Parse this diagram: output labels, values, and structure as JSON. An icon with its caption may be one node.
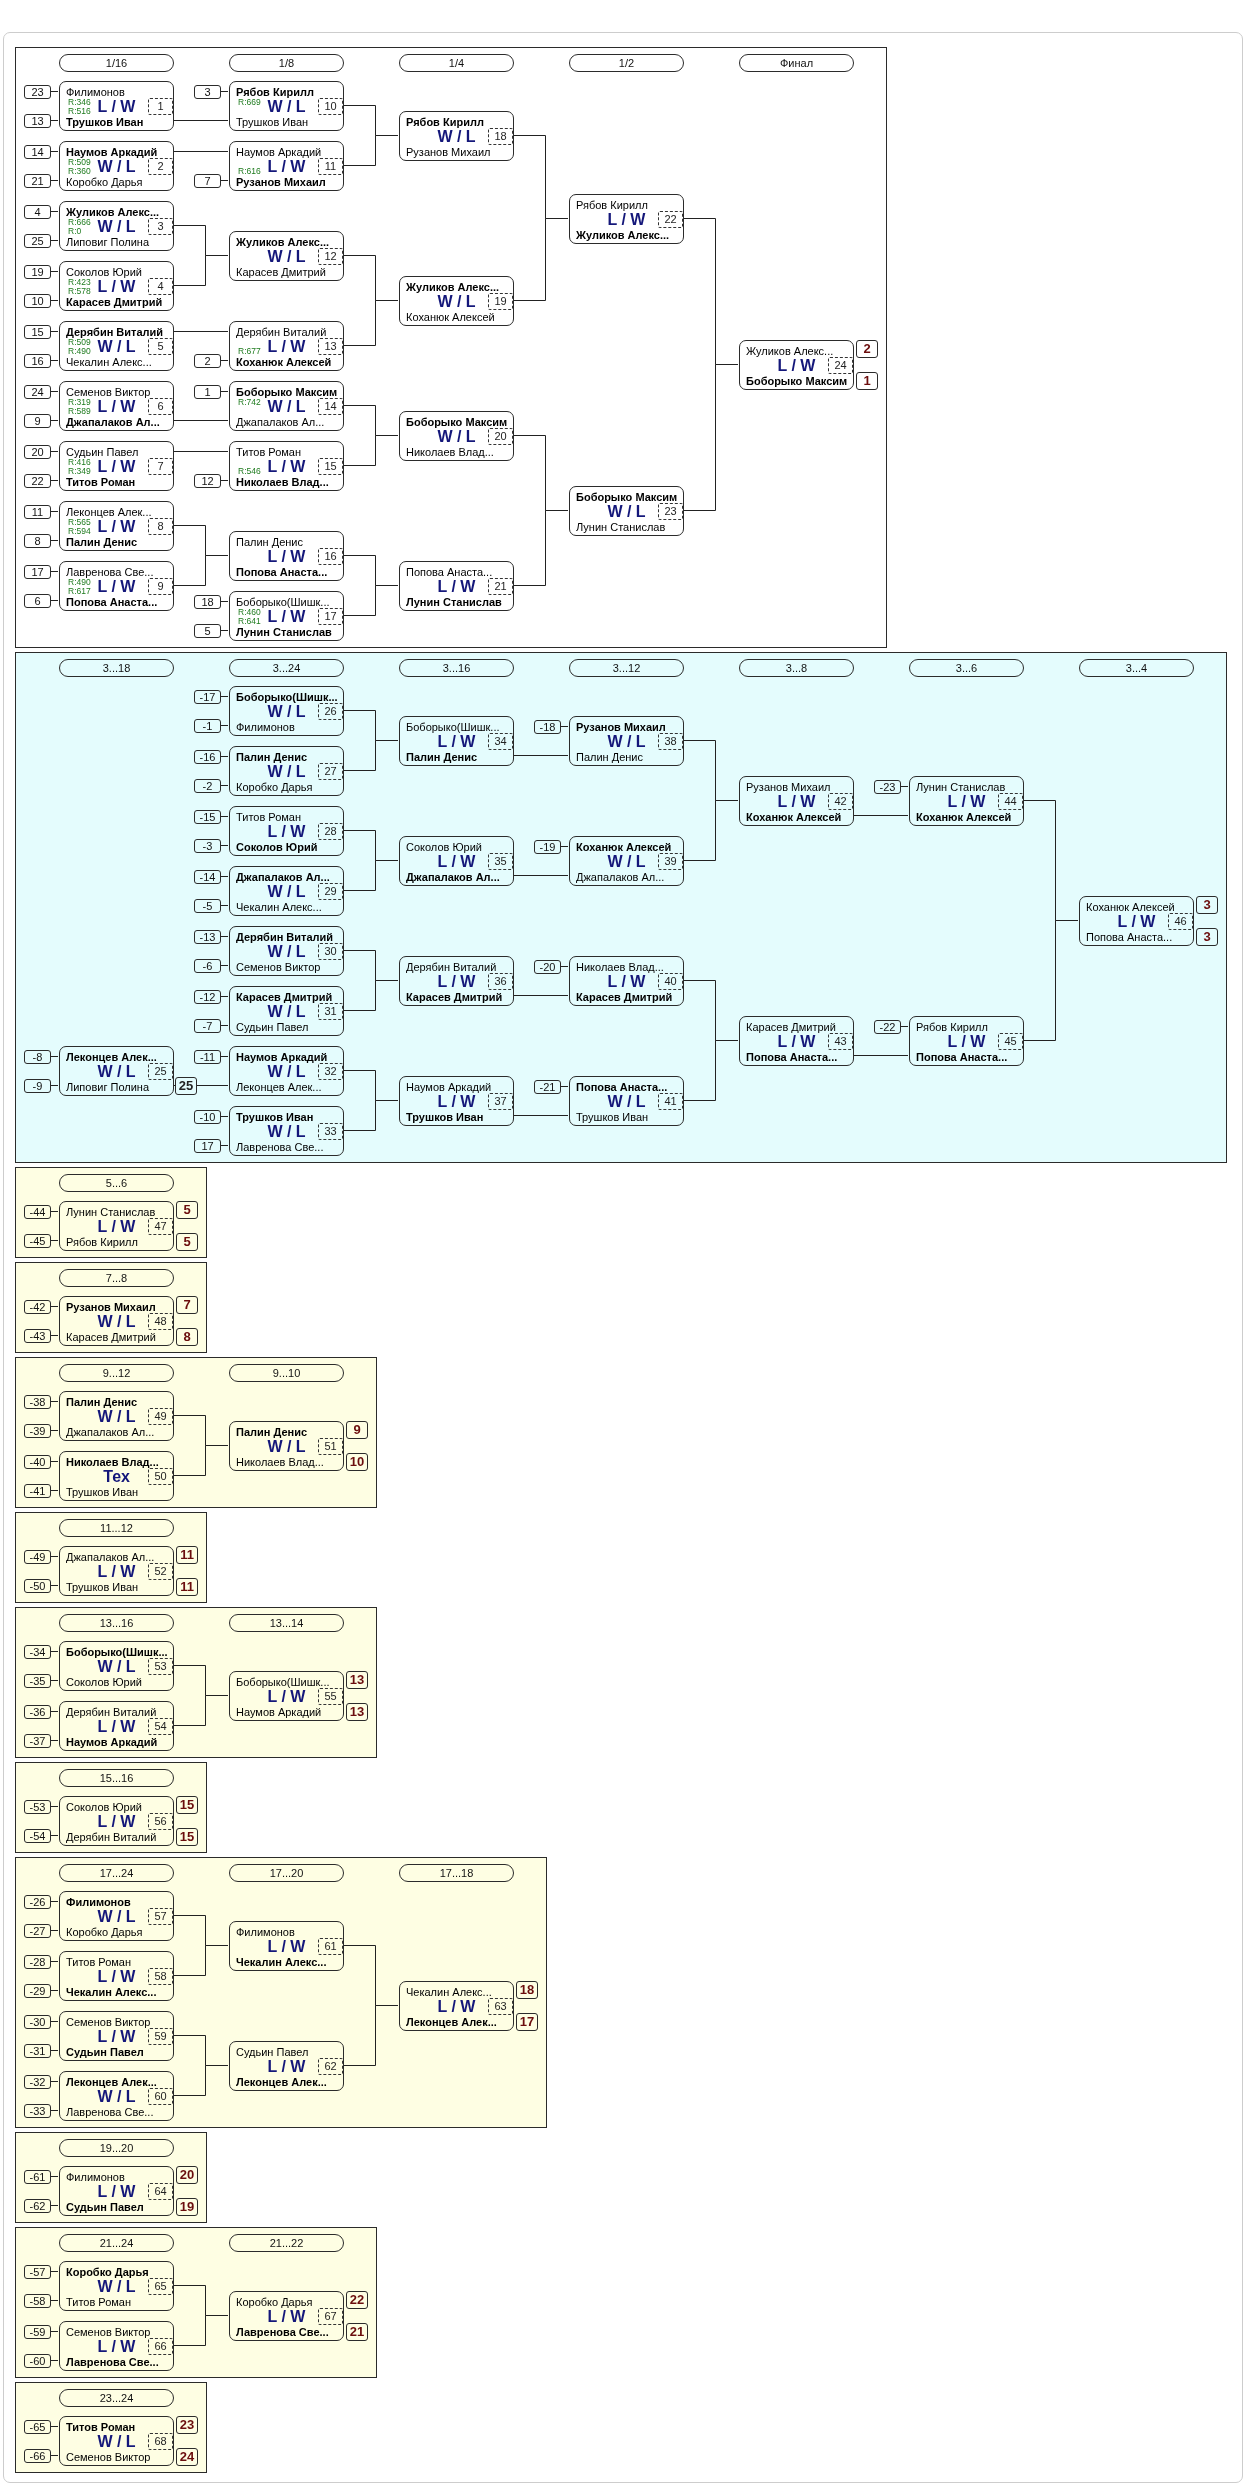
{
  "diagram": {
    "nodes": [
      {
        "text": [],
        "shape": "box"
      },
      {
        "text": [
          "1/16"
        ],
        "in": 0
      },
      {
        "text": [
          "1/8"
        ],
        "in": 0
      },
      {
        "text": [
          "1/4"
        ],
        "in": 0
      },
      {
        "text": [
          "1/2"
        ],
        "in": 0
      },
      {
        "text": [
          "Финал"
        ],
        "in": 0
      },
      {
        "text": [
          "23"
        ],
        "in": 0
      },
      {
        "text": [
          "13"
        ],
        "in": 0
      },
      {
        "text": [
          "Филимонов",
          "R:346",
          "R:516",
          "L / W",
          "1",
          "**Трушков Иван**"
        ],
        "in": 0
      },
      {
        "text": [
          "14"
        ],
        "in": 0
      },
      {
        "text": [
          "21"
        ],
        "in": 0
      },
      {
        "text": [
          "**Наумов Аркадий**",
          "R:509",
          "R:360",
          "W / L",
          "2",
          "Коробко Дарья"
        ],
        "in": 0
      },
      {
        "text": [
          "4"
        ],
        "in": 0
      },
      {
        "text": [
          "25"
        ],
        "in": 0
      },
      {
        "text": [
          "**Жуликов Алекс...**",
          "R:666",
          "R:0",
          "W / L",
          "3",
          "Липовиг Полина"
        ],
        "in": 0
      },
      {
        "text": [
          "19"
        ],
        "in": 0
      },
      {
        "text": [
          "10"
        ],
        "in": 0
      },
      {
        "text": [
          "Соколов Юрий",
          "R:423",
          "R:578",
          "L / W",
          "4",
          "**Карасев Дмитрий**"
        ],
        "in": 0
      },
      {
        "text": [
          "15"
        ],
        "in": 0
      },
      {
        "text": [
          "16"
        ],
        "in": 0
      },
      {
        "text": [
          "**Дерябин Виталий**",
          "R:509",
          "R:490",
          "W / L",
          "5",
          "Чекалин Алекс..."
        ],
        "in": 0
      },
      {
        "text": [
          "24"
        ],
        "in": 0
      },
      {
        "text": [
          "9"
        ],
        "in": 0
      },
      {
        "text": [
          "Семенов Виктор",
          "R:319",
          "R:589",
          "L / W",
          "6",
          "**Джапалаков Ал...**"
        ],
        "in": 0
      },
      {
        "text": [
          "20"
        ],
        "in": 0
      },
      {
        "text": [
          "22"
        ],
        "in": 0
      },
      {
        "text": [
          "Судьин Павел",
          "R:416",
          "R:349",
          "L / W",
          "7",
          "**Титов Роман**"
        ],
        "in": 0
      },
      {
        "text": [
          "11"
        ],
        "in": 0
      },
      {
        "text": [
          "8"
        ],
        "in": 0
      },
      {
        "text": [
          "Леконцев Алек...",
          "R:565",
          "R:594",
          "L / W",
          "8",
          "**Палин Денис**"
        ],
        "in": 0
      },
      {
        "text": [
          "17"
        ],
        "in": 0
      },
      {
        "text": [
          "6"
        ],
        "in": 0
      },
      {
        "text": [
          "Лавренова Све...",
          "R:490",
          "R:617",
          "L / W",
          "9",
          "**Попова Анаста...**"
        ],
        "in": 0
      },
      {
        "text": [
          "3"
        ],
        "in": 0
      },
      {
        "text": [
          "**Рябов Кирилл**",
          "R:669",
          "W / L",
          "10",
          "Трушков Иван"
        ],
        "in": 0
      },
      {
        "text": [
          "7"
        ],
        "in": 0
      },
      {
        "text": [
          "Наумов Аркадий",
          "R:616",
          "L / W",
          "11",
          "**Рузанов Михаил**"
        ],
        "in": 0
      },
      {
        "text": [
          "**Жуликов Алекс...**",
          "W / L",
          "12",
          "Карасев Дмитрий"
        ],
        "in": 0
      },
      {
        "text": [
          "2"
        ],
        "in": 0
      },
      {
        "text": [
          "Дерябин Виталий",
          "R:677",
          "L / W",
          "13",
          "**Коханюк Алексей**"
        ],
        "in": 0
      },
      {
        "text": [
          "1"
        ],
        "in": 0
      },
      {
        "text": [
          "**Боборыко Максим**",
          "R:742",
          "W / L",
          "14",
          "Джапалаков Ал..."
        ],
        "in": 0
      },
      {
        "text": [
          "12"
        ],
        "in": 0
      },
      {
        "text": [
          "Титов Роман",
          "R:546",
          "L / W",
          "15",
          "**Николаев Влад...**"
        ],
        "in": 0
      },
      {
        "text": [
          "Палин Денис",
          "L / W",
          "16",
          "**Попова Анаста...**"
        ],
        "in": 0
      },
      {
        "text": [
          "18"
        ],
        "in": 0
      },
      {
        "text": [
          "5"
        ],
        "in": 0
      },
      {
        "text": [
          "Боборыко(Шишк...",
          "R:460",
          "R:641",
          "L / W",
          "17",
          "**Лунин Станислав**"
        ],
        "in": 0
      },
      {
        "text": [
          "**Рябов Кирилл**",
          "W / L",
          "18",
          "Рузанов Михаил"
        ],
        "in": 0
      },
      {
        "text": [
          "**Жуликов Алекс...**",
          "W / L",
          "19",
          "Коханюк Алексей"
        ],
        "in": 0
      },
      {
        "text": [
          "**Боборыко Максим**",
          "W / L",
          "20",
          "Николаев Влад..."
        ],
        "in": 0
      },
      {
        "text": [
          "Попова Анаста...",
          "L / W",
          "21",
          "**Лунин Станислав**"
        ],
        "in": 0
      },
      {
        "text": [
          "Рябов Кирилл",
          "L / W",
          "22",
          "**Жуликов Алекс...**"
        ],
        "in": 0
      },
      {
        "text": [
          "**Боборыко Максим**",
          "W / L",
          "23",
          "Лунин Станислав"
        ],
        "in": 0
      },
      {
        "text": [
          "Жуликов Алекс...",
          "L / W",
          "24",
          "**Боборыко Максим**"
        ],
        "in": 0,
        "beside": [
          "2",
          "1"
        ]
      },
      {
        "text": [],
        "shape": "box"
      },
      {
        "text": [
          "3...18"
        ],
        "in": 55
      },
      {
        "text": [
          "3...24"
        ],
        "in": 55
      },
      {
        "text": [
          "3...16"
        ],
        "in": 55
      },
      {
        "text": [
          "3...12"
        ],
        "in": 55
      },
      {
        "text": [
          "3...8"
        ],
        "in": 55
      },
      {
        "text": [
          "3...6"
        ],
        "in": 55
      },
      {
        "text": [
          "3...4"
        ],
        "in": 55
      },
      {
        "text": [
          "-8"
        ],
        "in": 55
      },
      {
        "text": [
          "-9"
        ],
        "in": 55
      },
      {
        "text": [
          "**Леконцев Алек...**",
          "W / L",
          "25",
          "Липовиг Полина"
        ],
        "in": 55
      },
      {
        "text": [
          "-17"
        ],
        "in": 55
      },
      {
        "text": [
          "-1"
        ],
        "in": 55
      },
      {
        "text": [
          "**Боборыко(Шишк...**",
          "W / L",
          "26",
          "Филимонов"
        ],
        "in": 55
      },
      {
        "text": [
          "-16"
        ],
        "in": 55
      },
      {
        "text": [
          "-2"
        ],
        "in": 55
      },
      {
        "text": [
          "**Палин Денис**",
          "W / L",
          "27",
          "Коробко Дарья"
        ],
        "in": 55
      },
      {
        "text": [
          "-15"
        ],
        "in": 55
      },
      {
        "text": [
          "-3"
        ],
        "in": 55
      },
      {
        "text": [
          "Титов Роман",
          "L / W",
          "28",
          "**Соколов Юрий**"
        ],
        "in": 55
      },
      {
        "text": [
          "-14"
        ],
        "in": 55
      },
      {
        "text": [
          "-5"
        ],
        "in": 55
      },
      {
        "text": [
          "**Джапалаков Ал...**",
          "W / L",
          "29",
          "Чекалин Алекс..."
        ],
        "in": 55
      },
      {
        "text": [
          "-13"
        ],
        "in": 55
      },
      {
        "text": [
          "-6"
        ],
        "in": 55
      },
      {
        "text": [
          "**Дерябин Виталий**",
          "W / L",
          "30",
          "Семенов Виктор"
        ],
        "in": 55
      },
      {
        "text": [
          "-12"
        ],
        "in": 55
      },
      {
        "text": [
          "-7"
        ],
        "in": 55
      },
      {
        "text": [
          "**Карасев Дмитрий**",
          "W / L",
          "31",
          "Судьин Павел"
        ],
        "in": 55
      },
      {
        "text": [
          "-11"
        ],
        "in": 55
      },
      {
        "text": [
          "**Наумов Аркадий**",
          "W / L",
          "32",
          "Леконцев Алек..."
        ],
        "in": 55
      },
      {
        "text": [
          "-10"
        ],
        "in": 55
      },
      {
        "text": [
          "17"
        ],
        "in": 55
      },
      {
        "text": [
          "**Трушков Иван**",
          "W / L",
          "33",
          "Лавренова Све..."
        ],
        "in": 55
      },
      {
        "text": [
          "Боборыко(Шишк...",
          "L / W",
          "34",
          "**Палин Денис**"
        ],
        "in": 55
      },
      {
        "text": [
          "Соколов Юрий",
          "L / W",
          "35",
          "**Джапалаков Ал...**"
        ],
        "in": 55
      },
      {
        "text": [
          "Дерябин Виталий",
          "L / W",
          "36",
          "**Карасев Дмитрий**"
        ],
        "in": 55
      },
      {
        "text": [
          "Наумов Аркадий",
          "L / W",
          "37",
          "**Трушков Иван**"
        ],
        "in": 55
      },
      {
        "text": [
          "-18"
        ],
        "in": 55
      },
      {
        "text": [
          "**Рузанов Михаил**",
          "W / L",
          "38",
          "Палин Денис"
        ],
        "in": 55
      },
      {
        "text": [
          "-19"
        ],
        "in": 55
      },
      {
        "text": [
          "**Коханюк Алексей**",
          "W / L",
          "39",
          "Джапалаков Ал..."
        ],
        "in": 55
      },
      {
        "text": [
          "-20"
        ],
        "in": 55
      },
      {
        "text": [
          "Николаев Влад...",
          "L / W",
          "40",
          "**Карасев Дмитрий**"
        ],
        "in": 55
      },
      {
        "text": [
          "-21"
        ],
        "in": 55
      },
      {
        "text": [
          "**Попова Анаста...**",
          "W / L",
          "41",
          "Трушков Иван"
        ],
        "in": 55
      },
      {
        "text": [
          "Рузанов Михаил",
          "L / W",
          "42",
          "**Коханюк Алексей**"
        ],
        "in": 55
      },
      {
        "text": [
          "Карасев Дмитрий",
          "L / W",
          "43",
          "**Попова Анаста...**"
        ],
        "in": 55
      },
      {
        "text": [
          "-23"
        ],
        "in": 55
      },
      {
        "text": [
          "Лунин Станислав",
          "L / W",
          "44",
          "**Коханюк Алексей**"
        ],
        "in": 55
      },
      {
        "text": [
          "-22"
        ],
        "in": 55
      },
      {
        "text": [
          "Рябов Кирилл",
          "L / W",
          "45",
          "**Попова Анаста...**"
        ],
        "in": 55
      },
      {
        "text": [
          "Коханюк Алексей",
          "L / W",
          "46",
          "Попова Анаста..."
        ],
        "in": 55,
        "beside": [
          "3",
          "3"
        ]
      },
      {
        "text": [],
        "shape": "box"
      },
      {
        "text": [
          "5...6"
        ],
        "in": 108
      },
      {
        "text": [
          "-44"
        ],
        "in": 108
      },
      {
        "text": [
          "-45"
        ],
        "in": 108
      },
      {
        "text": [
          "Лунин Станислав",
          "L / W",
          "47",
          "Рябов Кирилл"
        ],
        "in": 108,
        "beside": [
          "5",
          "5"
        ]
      },
      {
        "text": [],
        "shape": "box"
      },
      {
        "text": [
          "7...8"
        ],
        "in": 113
      },
      {
        "text": [
          "-42"
        ],
        "in": 113
      },
      {
        "text": [
          "-43"
        ],
        "in": 113
      },
      {
        "text": [
          "**Рузанов Михаил**",
          "W / L",
          "48",
          "Карасев Дмитрий"
        ],
        "in": 113,
        "beside": [
          "7",
          "8"
        ]
      },
      {
        "text": [],
        "shape": "box"
      },
      {
        "text": [
          "9...12"
        ],
        "in": 118
      },
      {
        "text": [
          "9...10"
        ],
        "in": 118
      },
      {
        "text": [
          "-38"
        ],
        "in": 118
      },
      {
        "text": [
          "-39"
        ],
        "in": 118
      },
      {
        "text": [
          "**Палин Денис**",
          "W / L",
          "49",
          "Джапалаков Ал..."
        ],
        "in": 118
      },
      {
        "text": [
          "-40"
        ],
        "in": 118
      },
      {
        "text": [
          "-41"
        ],
        "in": 118
      },
      {
        "text": [
          "**Николаев Влад...**",
          "Тех",
          "50",
          "Трушков Иван"
        ],
        "in": 118
      },
      {
        "text": [
          "**Палин Денис**",
          "W / L",
          "51",
          "Николаев Влад..."
        ],
        "in": 118,
        "beside": [
          "9",
          "10"
        ]
      },
      {
        "text": [],
        "shape": "box"
      },
      {
        "text": [
          "11...12"
        ],
        "in": 128
      },
      {
        "text": [
          "-49"
        ],
        "in": 128
      },
      {
        "text": [
          "-50"
        ],
        "in": 128
      },
      {
        "text": [
          "Джапалаков Ал...",
          "L / W",
          "52",
          "Трушков Иван"
        ],
        "in": 128,
        "beside": [
          "11",
          "11"
        ]
      },
      {
        "text": [],
        "shape": "box"
      },
      {
        "text": [
          "13...16"
        ],
        "in": 133
      },
      {
        "text": [
          "13...14"
        ],
        "in": 133
      },
      {
        "text": [
          "-34"
        ],
        "in": 133
      },
      {
        "text": [
          "-35"
        ],
        "in": 133
      },
      {
        "text": [
          "**Боборыко(Шишк...**",
          "W / L",
          "53",
          "Соколов Юрий"
        ],
        "in": 133
      },
      {
        "text": [
          "-36"
        ],
        "in": 133
      },
      {
        "text": [
          "-37"
        ],
        "in": 133
      },
      {
        "text": [
          "Дерябин Виталий",
          "L / W",
          "54",
          "**Наумов Аркадий**"
        ],
        "in": 133
      },
      {
        "text": [
          "Боборыко(Шишк...",
          "L / W",
          "55",
          "Наумов Аркадий"
        ],
        "in": 133,
        "beside": [
          "13",
          "13"
        ]
      },
      {
        "text": [],
        "shape": "box"
      },
      {
        "text": [
          "15...16"
        ],
        "in": 143
      },
      {
        "text": [
          "-53"
        ],
        "in": 143
      },
      {
        "text": [
          "-54"
        ],
        "in": 143
      },
      {
        "text": [
          "Соколов Юрий",
          "L / W",
          "56",
          "Дерябин Виталий"
        ],
        "in": 143,
        "beside": [
          "15",
          "15"
        ]
      },
      {
        "text": [],
        "shape": "box"
      },
      {
        "text": [
          "17...24"
        ],
        "in": 148
      },
      {
        "text": [
          "17...20"
        ],
        "in": 148
      },
      {
        "text": [
          "17...18"
        ],
        "in": 148
      },
      {
        "text": [
          "-26"
        ],
        "in": 148
      },
      {
        "text": [
          "-27"
        ],
        "in": 148
      },
      {
        "text": [
          "**Филимонов**",
          "W / L",
          "57",
          "Коробко Дарья"
        ],
        "in": 148
      },
      {
        "text": [
          "-28"
        ],
        "in": 148
      },
      {
        "text": [
          "-29"
        ],
        "in": 148
      },
      {
        "text": [
          "Титов Роман",
          "L / W",
          "58",
          "**Чекалин Алекс...**"
        ],
        "in": 148
      },
      {
        "text": [
          "-30"
        ],
        "in": 148
      },
      {
        "text": [
          "-31"
        ],
        "in": 148
      },
      {
        "text": [
          "Семенов Виктор",
          "L / W",
          "59",
          "**Судьин Павел**"
        ],
        "in": 148
      },
      {
        "text": [
          "-32"
        ],
        "in": 148
      },
      {
        "text": [
          "-33"
        ],
        "in": 148
      },
      {
        "text": [
          "**Леконцев Алек...**",
          "W / L",
          "60",
          "Лавренова Све..."
        ],
        "in": 148
      },
      {
        "text": [
          "Филимонов",
          "L / W",
          "61",
          "**Чекалин Алекс...**"
        ],
        "in": 148
      },
      {
        "text": [
          "Судьин Павел",
          "L / W",
          "62",
          "**Леконцев Алек...**"
        ],
        "in": 148
      },
      {
        "text": [
          "Чекалин Алекс...",
          "L / W",
          "63",
          "**Леконцев Алек...**"
        ],
        "in": 148,
        "beside": [
          "18",
          "17"
        ]
      },
      {
        "text": [],
        "shape": "box"
      },
      {
        "text": [
          "19...20"
        ],
        "in": 167
      },
      {
        "text": [
          "-61"
        ],
        "in": 167
      },
      {
        "text": [
          "-62"
        ],
        "in": 167
      },
      {
        "text": [
          "Филимонов",
          "L / W",
          "64",
          "**Судьин Павел**"
        ],
        "in": 167,
        "beside": [
          "20",
          "19"
        ]
      },
      {
        "text": [],
        "shape": "box"
      },
      {
        "text": [
          "21...24"
        ],
        "in": 172
      },
      {
        "text": [
          "21...22"
        ],
        "in": 172
      },
      {
        "text": [
          "-57"
        ],
        "in": 172
      },
      {
        "text": [
          "-58"
        ],
        "in": 172
      },
      {
        "text": [
          "**Коробко Дарья**",
          "W / L",
          "65",
          "Титов Роман"
        ],
        "in": 172
      },
      {
        "text": [
          "-59"
        ],
        "in": 172
      },
      {
        "text": [
          "-60"
        ],
        "in": 172
      },
      {
        "text": [
          "Семенов Виктор",
          "L / W",
          "66",
          "**Лавренова Све...**"
        ],
        "in": 172
      },
      {
        "text": [
          "Коробко Дарья",
          "L / W",
          "67",
          "**Лавренова Све...**"
        ],
        "in": 172,
        "beside": [
          "22",
          "21"
        ]
      },
      {
        "text": [],
        "shape": "box"
      },
      {
        "text": [
          "23...24"
        ],
        "in": 182
      },
      {
        "text": [
          "-65"
        ],
        "in": 182
      },
      {
        "text": [
          "-66"
        ],
        "in": 182
      },
      {
        "text": [
          "**Титов Роман**",
          "W / L",
          "68",
          "Семенов Виктор"
        ],
        "in": 182,
        "beside": [
          "23",
          "24"
        ]
      }
    ],
    "edges": [
      {
        "from": 6,
        "to": 8,
        "arrow": "none"
      },
      {
        "from": 7,
        "to": 8,
        "arrow": "none"
      },
      {
        "from": 9,
        "to": 11,
        "arrow": "none"
      },
      {
        "from": 10,
        "to": 11,
        "arrow": "none"
      },
      {
        "from": 12,
        "to": 14,
        "arrow": "none"
      },
      {
        "from": 13,
        "to": 14,
        "arrow": "none"
      },
      {
        "from": 15,
        "to": 17,
        "arrow": "none"
      },
      {
        "from": 16,
        "to": 17,
        "arrow": "none"
      },
      {
        "from": 18,
        "to": 20,
        "arrow": "none"
      },
      {
        "from": 19,
        "to": 20,
        "arrow": "none"
      },
      {
        "from": 21,
        "to": 23,
        "arrow": "none"
      },
      {
        "from": 22,
        "to": 23,
        "arrow": "none"
      },
      {
        "from": 24,
        "to": 26,
        "arrow": "none"
      },
      {
        "from": 25,
        "to": 26,
        "arrow": "none"
      },
      {
        "from": 27,
        "to": 29,
        "arrow": "none"
      },
      {
        "from": 28,
        "to": 29,
        "arrow": "none"
      },
      {
        "from": 30,
        "to": 32,
        "arrow": "none"
      },
      {
        "from": 31,
        "to": 32,
        "arrow": "none"
      },
      {
        "from": 33,
        "to": 34,
        "arrow": "none"
      },
      {
        "from": 8,
        "to": 34,
        "arrow": "none"
      },
      {
        "from": 11,
        "to": 36,
        "arrow": "none"
      },
      {
        "from": 35,
        "to": 36,
        "arrow": "none"
      },
      {
        "from": 14,
        "to": 37,
        "arrow": "none"
      },
      {
        "from": 17,
        "to": 37,
        "arrow": "none"
      },
      {
        "from": 20,
        "to": 39,
        "arrow": "none"
      },
      {
        "from": 38,
        "to": 39,
        "arrow": "none"
      },
      {
        "from": 40,
        "to": 41,
        "arrow": "none"
      },
      {
        "from": 23,
        "to": 41,
        "arrow": "none"
      },
      {
        "from": 26,
        "to": 43,
        "arrow": "none"
      },
      {
        "from": 42,
        "to": 43,
        "arrow": "none"
      },
      {
        "from": 29,
        "to": 44,
        "arrow": "none"
      },
      {
        "from": 32,
        "to": 44,
        "arrow": "none"
      },
      {
        "from": 45,
        "to": 47,
        "arrow": "none"
      },
      {
        "from": 46,
        "to": 47,
        "arrow": "none"
      },
      {
        "from": 34,
        "to": 48,
        "arrow": "none"
      },
      {
        "from": 36,
        "to": 48,
        "arrow": "none"
      },
      {
        "from": 37,
        "to": 49,
        "arrow": "none"
      },
      {
        "from": 39,
        "to": 49,
        "arrow": "none"
      },
      {
        "from": 41,
        "to": 50,
        "arrow": "none"
      },
      {
        "from": 43,
        "to": 50,
        "arrow": "none"
      },
      {
        "from": 44,
        "to": 51,
        "arrow": "none"
      },
      {
        "from": 47,
        "to": 51,
        "arrow": "none"
      },
      {
        "from": 48,
        "to": 52,
        "arrow": "none"
      },
      {
        "from": 49,
        "to": 52,
        "arrow": "none"
      },
      {
        "from": 50,
        "to": 53,
        "arrow": "none"
      },
      {
        "from": 51,
        "to": 53,
        "arrow": "none"
      },
      {
        "from": 52,
        "to": 54,
        "arrow": "none"
      },
      {
        "from": 53,
        "to": 54,
        "arrow": "none"
      },
      {
        "from": 63,
        "to": 65,
        "arrow": "none"
      },
      {
        "from": 64,
        "to": 65,
        "arrow": "none"
      },
      {
        "from": 66,
        "to": 68,
        "arrow": "none"
      },
      {
        "from": 67,
        "to": 68,
        "arrow": "none"
      },
      {
        "from": 69,
        "to": 71,
        "arrow": "none"
      },
      {
        "from": 70,
        "to": 71,
        "arrow": "none"
      },
      {
        "from": 72,
        "to": 74,
        "arrow": "none"
      },
      {
        "from": 73,
        "to": 74,
        "arrow": "none"
      },
      {
        "from": 75,
        "to": 77,
        "arrow": "none"
      },
      {
        "from": 76,
        "to": 77,
        "arrow": "none"
      },
      {
        "from": 78,
        "to": 80,
        "arrow": "none"
      },
      {
        "from": 79,
        "to": 80,
        "arrow": "none"
      },
      {
        "from": 81,
        "to": 83,
        "arrow": "none"
      },
      {
        "from": 82,
        "to": 83,
        "arrow": "none"
      },
      {
        "from": 84,
        "to": 85,
        "arrow": "none"
      },
      {
        "from": 65,
        "to": 85,
        "arrow": "none",
        "label": "25"
      },
      {
        "from": 86,
        "to": 88,
        "arrow": "none"
      },
      {
        "from": 87,
        "to": 88,
        "arrow": "none"
      },
      {
        "from": 68,
        "to": 89,
        "arrow": "none"
      },
      {
        "from": 71,
        "to": 89,
        "arrow": "none"
      },
      {
        "from": 74,
        "to": 90,
        "arrow": "none"
      },
      {
        "from": 77,
        "to": 90,
        "arrow": "none"
      },
      {
        "from": 80,
        "to": 91,
        "arrow": "none"
      },
      {
        "from": 83,
        "to": 91,
        "arrow": "none"
      },
      {
        "from": 85,
        "to": 92,
        "arrow": "none"
      },
      {
        "from": 88,
        "to": 92,
        "arrow": "none"
      },
      {
        "from": 93,
        "to": 94,
        "arrow": "none"
      },
      {
        "from": 89,
        "to": 94,
        "arrow": "none"
      },
      {
        "from": 95,
        "to": 96,
        "arrow": "none"
      },
      {
        "from": 90,
        "to": 96,
        "arrow": "none"
      },
      {
        "from": 97,
        "to": 98,
        "arrow": "none"
      },
      {
        "from": 91,
        "to": 98,
        "arrow": "none"
      },
      {
        "from": 99,
        "to": 100,
        "arrow": "none"
      },
      {
        "from": 92,
        "to": 100,
        "arrow": "none"
      },
      {
        "from": 94,
        "to": 101,
        "arrow": "none"
      },
      {
        "from": 96,
        "to": 101,
        "arrow": "none"
      },
      {
        "from": 98,
        "to": 102,
        "arrow": "none"
      },
      {
        "from": 100,
        "to": 102,
        "arrow": "none"
      },
      {
        "from": 103,
        "to": 104,
        "arrow": "none"
      },
      {
        "from": 101,
        "to": 104,
        "arrow": "none"
      },
      {
        "from": 105,
        "to": 106,
        "arrow": "none"
      },
      {
        "from": 102,
        "to": 106,
        "arrow": "none"
      },
      {
        "from": 104,
        "to": 107,
        "arrow": "none"
      },
      {
        "from": 106,
        "to": 107,
        "arrow": "none"
      },
      {
        "from": 110,
        "to": 112,
        "arrow": "none"
      },
      {
        "from": 111,
        "to": 112,
        "arrow": "none"
      },
      {
        "from": 115,
        "to": 117,
        "arrow": "none"
      },
      {
        "from": 116,
        "to": 117,
        "arrow": "none"
      },
      {
        "from": 121,
        "to": 123,
        "arrow": "none"
      },
      {
        "from": 122,
        "to": 123,
        "arrow": "none"
      },
      {
        "from": 124,
        "to": 126,
        "arrow": "none"
      },
      {
        "from": 125,
        "to": 126,
        "arrow": "none"
      },
      {
        "from": 123,
        "to": 127,
        "arrow": "none"
      },
      {
        "from": 126,
        "to": 127,
        "arrow": "none"
      },
      {
        "from": 130,
        "to": 132,
        "arrow": "none"
      },
      {
        "from": 131,
        "to": 132,
        "arrow": "none"
      },
      {
        "from": 136,
        "to": 138,
        "arrow": "none"
      },
      {
        "from": 137,
        "to": 138,
        "arrow": "none"
      },
      {
        "from": 139,
        "to": 141,
        "arrow": "none"
      },
      {
        "from": 140,
        "to": 141,
        "arrow": "none"
      },
      {
        "from": 138,
        "to": 142,
        "arrow": "none"
      },
      {
        "from": 141,
        "to": 142,
        "arrow": "none"
      },
      {
        "from": 145,
        "to": 147,
        "arrow": "none"
      },
      {
        "from": 146,
        "to": 147,
        "arrow": "none"
      },
      {
        "from": 152,
        "to": 154,
        "arrow": "none"
      },
      {
        "from": 153,
        "to": 154,
        "arrow": "none"
      },
      {
        "from": 155,
        "to": 157,
        "arrow": "none"
      },
      {
        "from": 156,
        "to": 157,
        "arrow": "none"
      },
      {
        "from": 158,
        "to": 160,
        "arrow": "none"
      },
      {
        "from": 159,
        "to": 160,
        "arrow": "none"
      },
      {
        "from": 161,
        "to": 163,
        "arrow": "none"
      },
      {
        "from": 162,
        "to": 163,
        "arrow": "none"
      },
      {
        "from": 154,
        "to": 164,
        "arrow": "none"
      },
      {
        "from": 157,
        "to": 164,
        "arrow": "none"
      },
      {
        "from": 160,
        "to": 165,
        "arrow": "none"
      },
      {
        "from": 163,
        "to": 165,
        "arrow": "none"
      },
      {
        "from": 164,
        "to": 166,
        "arrow": "none"
      },
      {
        "from": 165,
        "to": 166,
        "arrow": "none"
      },
      {
        "from": 169,
        "to": 171,
        "arrow": "none"
      },
      {
        "from": 170,
        "to": 171,
        "arrow": "none"
      },
      {
        "from": 175,
        "to": 177,
        "arrow": "none"
      },
      {
        "from": 176,
        "to": 177,
        "arrow": "none"
      },
      {
        "from": 178,
        "to": 180,
        "arrow": "none"
      },
      {
        "from": 179,
        "to": 180,
        "arrow": "none"
      },
      {
        "from": 177,
        "to": 181,
        "arrow": "none"
      },
      {
        "from": 180,
        "to": 181,
        "arrow": "none"
      },
      {
        "from": 184,
        "to": 186,
        "arrow": "none"
      },
      {
        "from": 185,
        "to": 186,
        "arrow": "none"
      }
    ]
  }
}
